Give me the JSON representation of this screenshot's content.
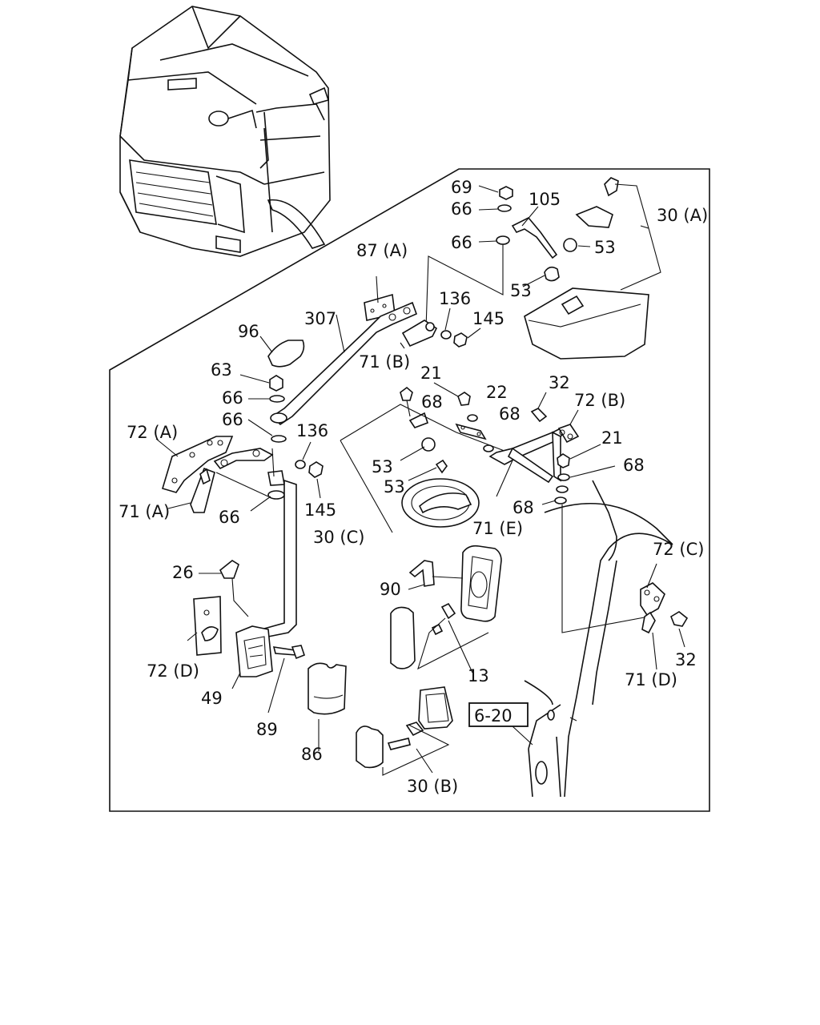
{
  "callouts": {
    "c69": "69",
    "c66a": "66",
    "c105": "105",
    "c30a": "30 (A)",
    "c66b": "66",
    "c53a": "53",
    "c53b": "53",
    "c87a": "87 (A)",
    "c136a": "136",
    "c145a": "145",
    "c307": "307",
    "c96": "96",
    "c71b": "71 (B)",
    "c63": "63",
    "c21a": "21",
    "c22": "22",
    "c32a": "32",
    "c72b": "72 (B)",
    "c66c": "66",
    "c68a": "68",
    "c68b": "68",
    "c66d": "66",
    "c136b": "136",
    "c72a": "72 (A)",
    "c21b": "21",
    "c53c": "53",
    "c68c": "68",
    "c53d": "53",
    "c71a": "71 (A)",
    "c66e": "66",
    "c145b": "145",
    "c68d": "68",
    "c30c": "30 (C)",
    "c71e": "71 (E)",
    "c72c": "72 (C)",
    "c26": "26",
    "c90": "90",
    "c72d": "72 (D)",
    "c13": "13",
    "c32b": "32",
    "c71d": "71 (D)",
    "c49": "49",
    "c89": "89",
    "c86": "86",
    "c30b": "30 (B)"
  },
  "reference_box": "6-20"
}
